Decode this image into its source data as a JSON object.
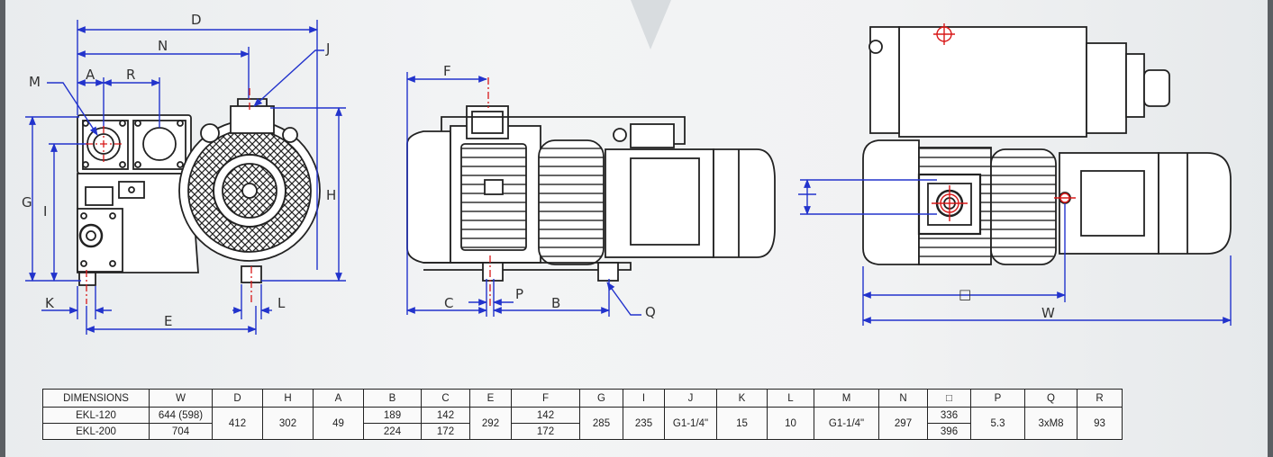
{
  "labels": {
    "D": "D",
    "N": "N",
    "J": "J",
    "M": "M",
    "A": "A",
    "R": "R",
    "G": "G",
    "I": "I",
    "H": "H",
    "K": "K",
    "L": "L",
    "E": "E",
    "F": "F",
    "C": "C",
    "P": "P",
    "B": "B",
    "Q": "Q",
    "O": "□",
    "W": "W"
  },
  "table": {
    "headers": [
      "DIMENSIONS",
      "W",
      "D",
      "H",
      "A",
      "B",
      "C",
      "E",
      "F",
      "G",
      "I",
      "J",
      "K",
      "L",
      "M",
      "N",
      "□",
      "P",
      "Q",
      "R"
    ],
    "models": [
      "EKL-120",
      "EKL-200"
    ],
    "W": [
      "644 (598)",
      "704"
    ],
    "D": "412",
    "H": "302",
    "A": "49",
    "B": [
      "189",
      "224"
    ],
    "C": [
      "142",
      "172"
    ],
    "E": "292",
    "F": [
      "142",
      "172"
    ],
    "G": "285",
    "I": "235",
    "J": "G1-1/4\"",
    "K": "15",
    "L": "10",
    "M": "G1-1/4\"",
    "N": "297",
    "O": [
      "336",
      "396"
    ],
    "P": "5.3",
    "Q": "3xM8",
    "R": "93"
  },
  "colors": {
    "dimension": "#2233cc",
    "marker": "#d81818",
    "drawing": "#222222",
    "frame": "#5b5f63"
  }
}
